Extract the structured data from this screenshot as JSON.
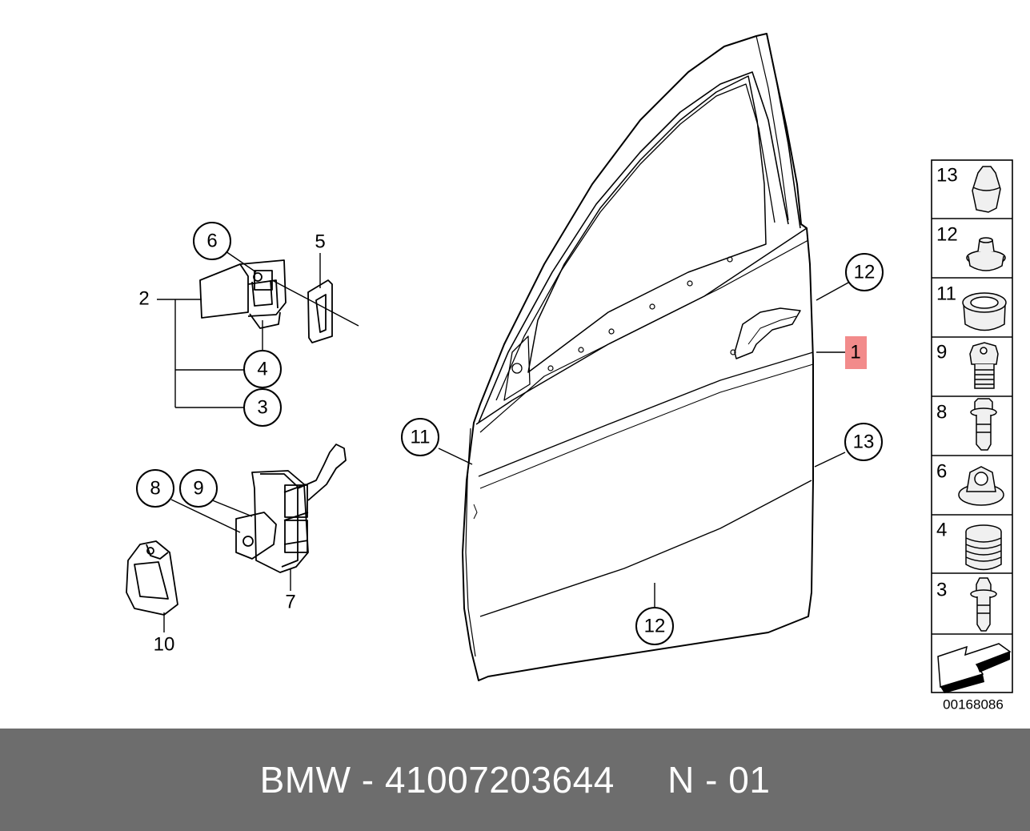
{
  "callouts": {
    "door_1": "1",
    "hinge_2": "2",
    "screw_3": "3",
    "bolt_4": "4",
    "shim_5": "5",
    "nut_6": "6",
    "check_7": "7",
    "screw_8": "8",
    "bolt_9": "9",
    "cover_10": "10",
    "plug_11": "11",
    "plug_12_upper": "12",
    "plug_12_lower": "12",
    "plug_13": "13"
  },
  "parts_panel": [
    {
      "number": "13",
      "icon": "plug-cap-icon"
    },
    {
      "number": "12",
      "icon": "rubber-plug-icon"
    },
    {
      "number": "11",
      "icon": "grommet-icon"
    },
    {
      "number": "9",
      "icon": "hex-bolt-icon"
    },
    {
      "number": "8",
      "icon": "torx-screw-icon"
    },
    {
      "number": "6",
      "icon": "flange-nut-icon"
    },
    {
      "number": "4",
      "icon": "threaded-bolt-icon"
    },
    {
      "number": "3",
      "icon": "torx-screw-icon"
    }
  ],
  "diagram_code": "00168086",
  "footer": {
    "text": "BMW - 41007203644     N - 01"
  },
  "colors": {
    "highlight": "#f28b8b",
    "footer_bg": "#6d6d6d",
    "footer_text": "#ffffff"
  }
}
